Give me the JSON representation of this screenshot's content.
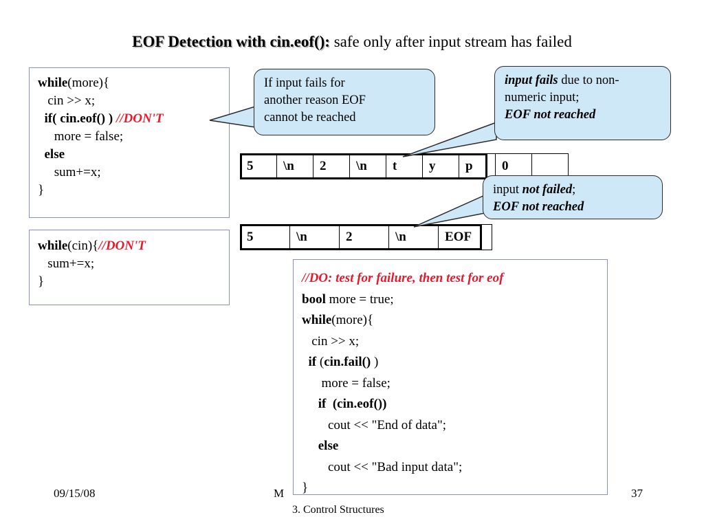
{
  "slide": {
    "title_bold": "EOF Detection with cin.eof():",
    "title_rest": " safe only after input stream has failed"
  },
  "code_while_eof": {
    "name": "while-eof-code-block",
    "lines": [
      {
        "parts": [
          {
            "t": "while",
            "s": "kw"
          },
          {
            "t": "(more){",
            "s": ""
          }
        ]
      },
      {
        "parts": [
          {
            "t": "   cin >> x;",
            "s": ""
          }
        ]
      },
      {
        "parts": [
          {
            "t": "  if( ",
            "s": "kw"
          },
          {
            "t": "cin.eof()",
            "s": "kw"
          },
          {
            "t": " ) ",
            "s": "kw"
          },
          {
            "t": "//DON'T",
            "s": "cmt-red"
          }
        ]
      },
      {
        "parts": [
          {
            "t": "     more = false;",
            "s": ""
          }
        ]
      },
      {
        "parts": [
          {
            "t": "  else",
            "s": "kw"
          }
        ]
      },
      {
        "parts": [
          {
            "t": "     sum+=x;",
            "s": ""
          }
        ]
      },
      {
        "parts": [
          {
            "t": "}",
            "s": ""
          }
        ]
      }
    ]
  },
  "code_while_cin": {
    "name": "while-cin-code-block",
    "lines": [
      {
        "parts": [
          {
            "t": "while",
            "s": "kw"
          },
          {
            "t": "(cin){",
            "s": ""
          },
          {
            "t": "//DON'T",
            "s": "cmt-red"
          }
        ]
      },
      {
        "parts": [
          {
            "t": "   sum+=x;",
            "s": ""
          }
        ]
      },
      {
        "parts": [
          {
            "t": "}",
            "s": ""
          }
        ]
      }
    ]
  },
  "code_do_block": {
    "name": "correct-pattern-code-block",
    "lines": [
      {
        "parts": [
          {
            "t": "//",
            "s": "cmt-red"
          },
          {
            "t": "DO: test for failure, then test for eof",
            "s": "cmt-red"
          }
        ]
      },
      {
        "parts": [
          {
            "t": "bool",
            "s": "kw"
          },
          {
            "t": " more = true;",
            "s": ""
          }
        ]
      },
      {
        "parts": [
          {
            "t": "while",
            "s": "kw"
          },
          {
            "t": "(more){",
            "s": ""
          }
        ]
      },
      {
        "parts": [
          {
            "t": "   cin >> x;",
            "s": ""
          }
        ]
      },
      {
        "parts": [
          {
            "t": "  if ",
            "s": "kw"
          },
          {
            "t": "(",
            "s": ""
          },
          {
            "t": "cin.fail()",
            "s": "kw"
          },
          {
            "t": " )",
            "s": ""
          }
        ]
      },
      {
        "parts": [
          {
            "t": "      more = false;",
            "s": ""
          }
        ]
      },
      {
        "parts": [
          {
            "t": "     if  ",
            "s": "kw"
          },
          {
            "t": "(cin.eof())",
            "s": "kw"
          }
        ]
      },
      {
        "parts": [
          {
            "t": "        cout << \"End of data\";",
            "s": ""
          }
        ]
      },
      {
        "parts": [
          {
            "t": "     else",
            "s": "kw"
          }
        ]
      },
      {
        "parts": [
          {
            "t": "        cout << \"Bad input data\";",
            "s": ""
          }
        ]
      },
      {
        "parts": [
          {
            "t": "}",
            "s": ""
          }
        ]
      }
    ]
  },
  "stream_table_1": {
    "name": "input-stream-cells-nonnumeric",
    "cells": [
      "5",
      "\\n",
      "2",
      "\\n",
      "t",
      "y",
      "p",
      "0"
    ]
  },
  "stream_table_2": {
    "name": "input-stream-cells-eof",
    "cells": [
      "5",
      "\\n",
      "2",
      "\\n",
      "EOF"
    ]
  },
  "callouts": {
    "input_fails_reason": {
      "line1": "If input fails for",
      "line2": "another reason EOF",
      "line3": "cannot be reached"
    },
    "nonnumeric": {
      "em1": "input fails",
      "rest1": " due to non-",
      "line2": "numeric input;",
      "em3": "EOF not reached"
    },
    "not_failed": {
      "plain1": "input ",
      "em1": "not failed",
      "tail1": ";",
      "em2": "EOF not reached"
    }
  },
  "footer": {
    "date": "09/15/08",
    "middle": "M",
    "subtitle": "3. Control Structures",
    "page": "37"
  },
  "colors": {
    "callout_fill": "#cfe8f7",
    "comment_red": "#e8192c",
    "codebox_border": "#8a8fc0"
  }
}
